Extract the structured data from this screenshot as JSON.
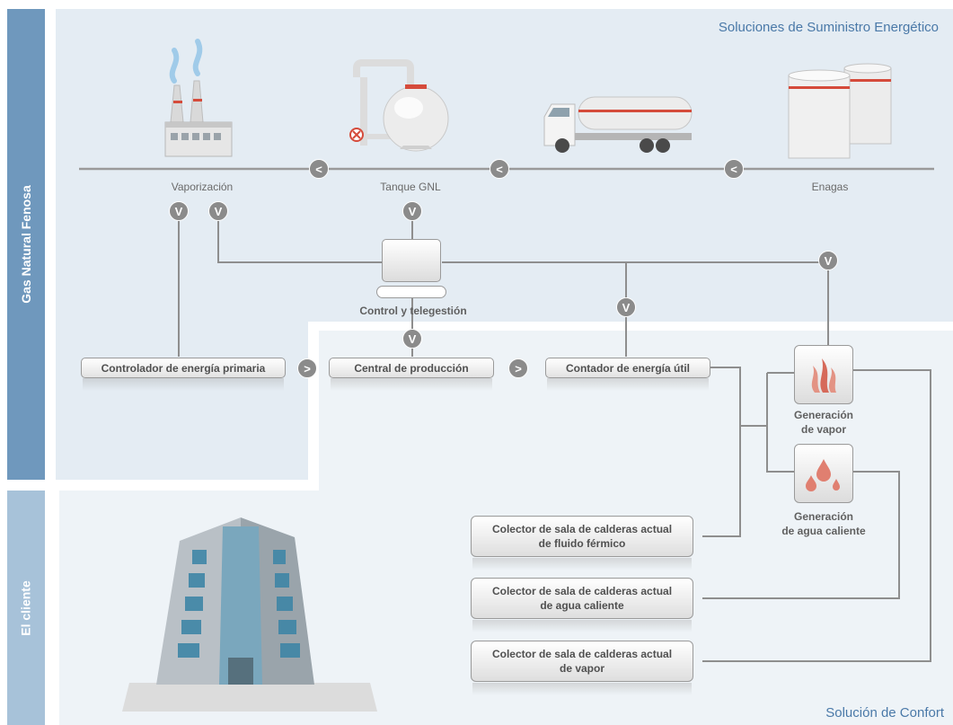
{
  "sections": {
    "supplier_band": "Gas Natural Fenosa",
    "client_band": "El cliente",
    "top_title": "Soluciones de Suministro Energético",
    "bottom_title": "Solución de Confort"
  },
  "pipeline": {
    "labels": [
      "Vaporización",
      "Tanque GNL",
      "Enagas"
    ],
    "arrow_symbol": "<"
  },
  "valve_symbol": "V",
  "flow_symbol": ">",
  "control": {
    "label": "Control y telegestión"
  },
  "process_boxes": {
    "primary": "Controlador de energía primaria",
    "production": "Central de producción",
    "meter": "Contador de energía útil"
  },
  "generators": {
    "vapor": [
      "Generación",
      "de vapor"
    ],
    "hot_water": [
      "Generación",
      "de agua caliente"
    ]
  },
  "collectors": [
    [
      "Colector de sala de calderas actual",
      "de fluido férmico"
    ],
    [
      "Colector de sala de calderas actual",
      "de agua caliente"
    ],
    [
      "Colector de sala de calderas actual",
      "de vapor"
    ]
  ],
  "colors": {
    "top_panel": "#e4ecf3",
    "bottom_panel": "#eef3f7",
    "band_dark": "#6f98bd",
    "band_light": "#a7c2d9",
    "connector": "#8e8e8e",
    "accent_red": "#d54b3b"
  }
}
